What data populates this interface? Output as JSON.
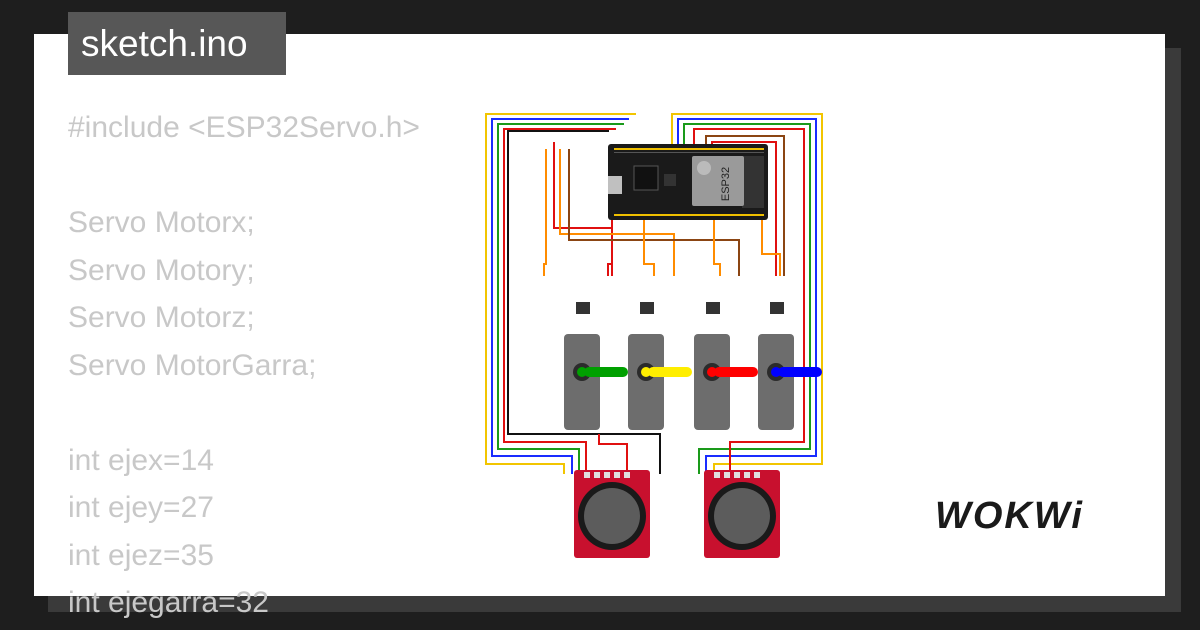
{
  "file_tab": {
    "name": "sketch.ino"
  },
  "code": {
    "lines": [
      "#include <ESP32Servo.h>",
      "",
      "Servo Motorx;",
      "Servo Motory;",
      "Servo Motorz;",
      "Servo MotorGarra;",
      "",
      "int ejex=14",
      "int ejey=27",
      "int ejez=35",
      "int ejegarra=32"
    ]
  },
  "diagram": {
    "board_label": "ESP32",
    "servo_horn_colors": [
      "#00a000",
      "#ffee00",
      "#ff0000",
      "#0000ff"
    ],
    "wire_colors": {
      "yellow": "#f2c500",
      "blue": "#1a2cff",
      "green": "#1a9a1a",
      "red": "#e01010",
      "black": "#111111",
      "brown": "#8b4513",
      "orange": "#ff8c00"
    }
  },
  "brand": {
    "logo_text": "WOKWi"
  }
}
